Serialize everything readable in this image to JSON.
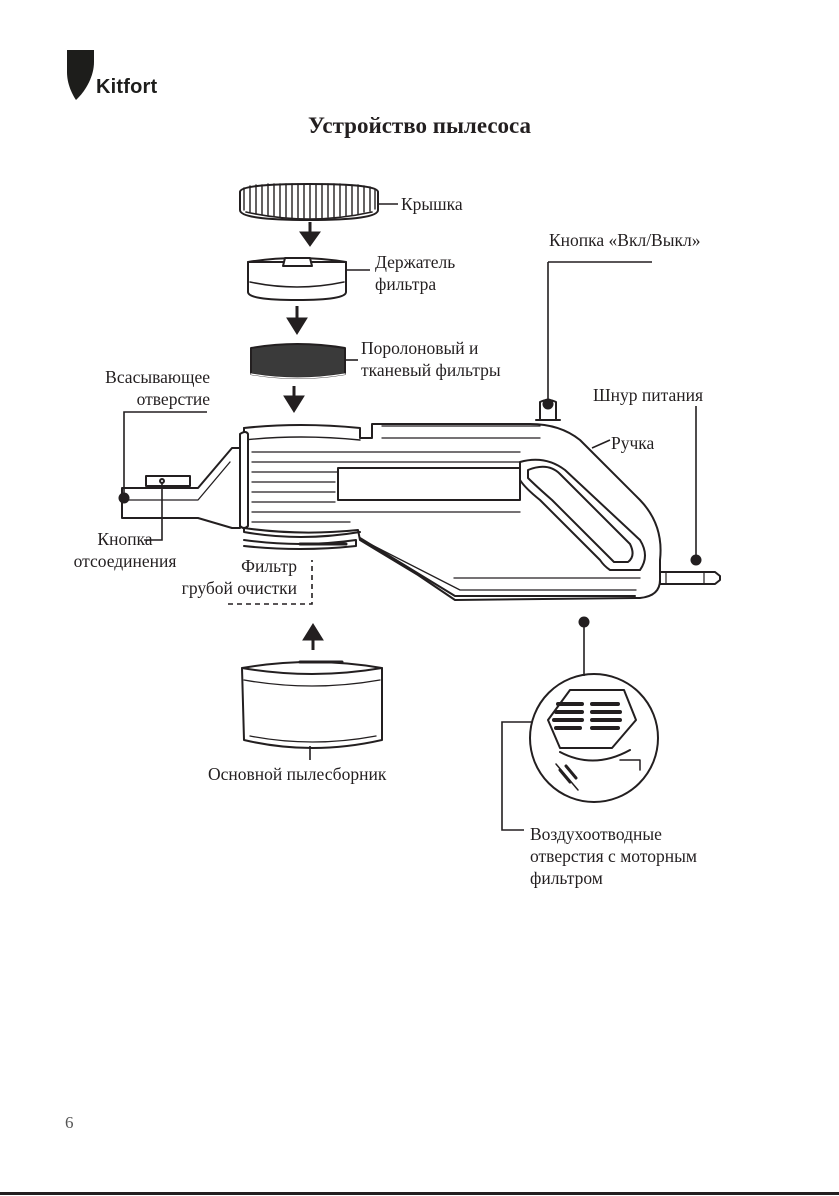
{
  "brand": {
    "name": "Kitfort",
    "logo_color": "#1d1d1b"
  },
  "title": "Устройство пылесоса",
  "labels": {
    "lid": "Крышка",
    "filter_holder": [
      "Держатель",
      "фильтра"
    ],
    "foam_filters": [
      "Поролоновый и",
      "тканевый фильтры"
    ],
    "suction_opening": [
      "Всасывающее",
      "отверстие"
    ],
    "power_button": "Кнопка «Вкл/Выкл»",
    "power_cord": "Шнур питания",
    "handle": "Ручка",
    "release_button": [
      "Кнопка",
      "отсоединения"
    ],
    "coarse_filter": [
      "Фильтр",
      "грубой очистки"
    ],
    "dust_container": "Основной пылесборник",
    "exhaust": [
      "Воздухоотводные",
      "отверстия с моторным",
      "фильтром"
    ]
  },
  "page_number": "6"
}
